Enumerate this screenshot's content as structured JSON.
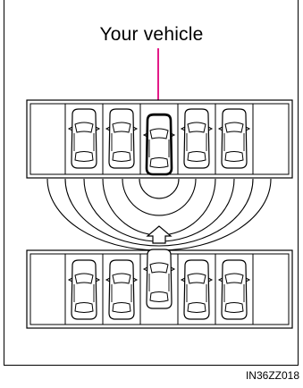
{
  "diagram": {
    "title": "Your vehicle",
    "image_code": "IN36ZZ018",
    "colors": {
      "pointer": "#e0007a",
      "line": "#000000",
      "car_fill": "#ffffff"
    },
    "top_row_slots": [
      "empty",
      "car",
      "car",
      "your-vehicle",
      "car",
      "car",
      "empty"
    ],
    "bottom_row_slots": [
      "empty",
      "car",
      "car",
      "car-searching",
      "car",
      "car",
      "empty"
    ],
    "signal_arc_count": 6,
    "direction_arrow": "up"
  }
}
